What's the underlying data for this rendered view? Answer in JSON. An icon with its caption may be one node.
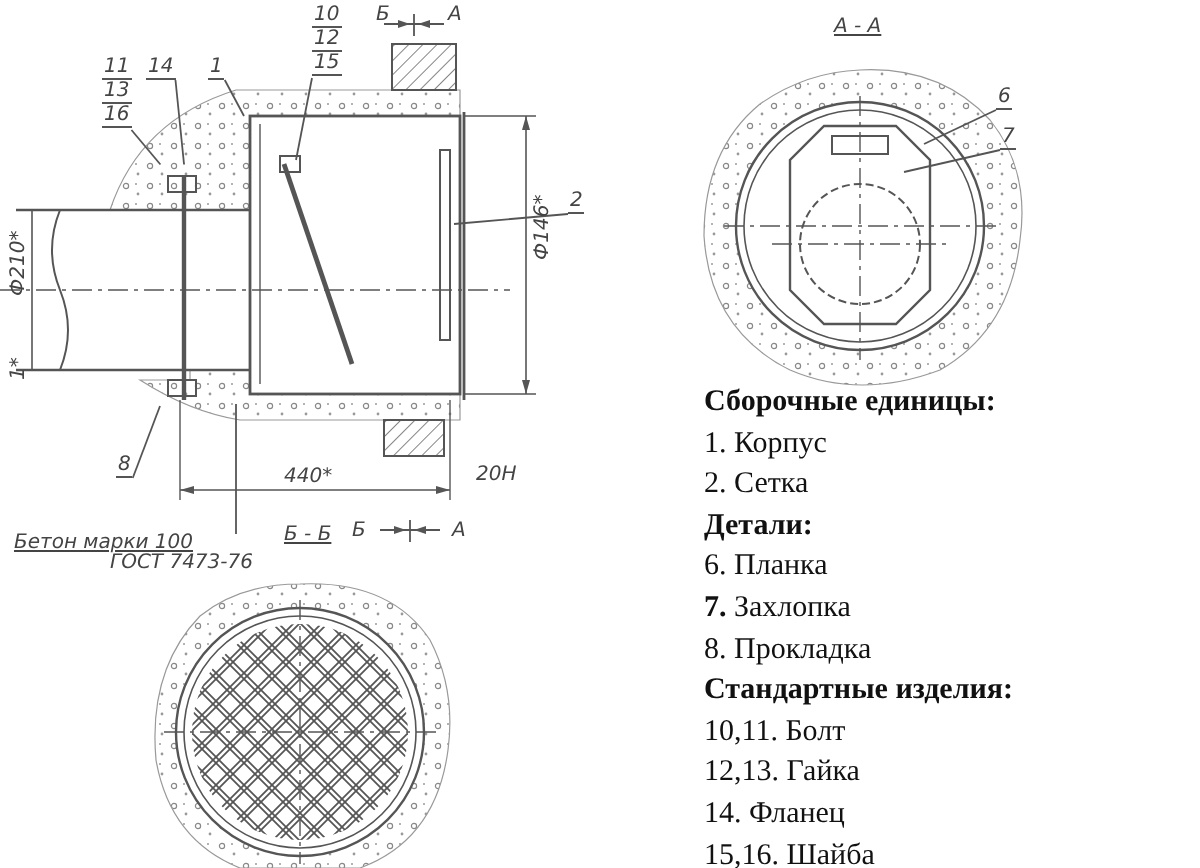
{
  "diagram": {
    "nodes": [
      {
        "text": [
          "10",
          "12",
          "15"
        ]
      },
      {
        "text": [
          "11",
          "13",
          "16"
        ]
      },
      {
        "text": [
          "14"
        ]
      },
      {
        "text": [
          "1"
        ]
      },
      {
        "text": [
          "2"
        ]
      },
      {
        "text": [
          "8"
        ]
      },
      {
        "text": [
          "Бетон марки 100",
          "ГОСТ 7473-76"
        ]
      },
      {
        "text": [
          "6"
        ]
      },
      {
        "text": [
          "7"
        ]
      }
    ],
    "edges": [
      {
        "from": 0,
        "to": null,
        "arrow": "none"
      },
      {
        "from": 1,
        "to": null,
        "arrow": "none"
      },
      {
        "from": 2,
        "to": null,
        "arrow": "none"
      },
      {
        "from": 3,
        "to": null,
        "arrow": "none"
      },
      {
        "from": 4,
        "to": null,
        "arrow": "none"
      },
      {
        "from": 5,
        "to": null,
        "arrow": "none"
      },
      {
        "from": 6,
        "to": null,
        "arrow": "none"
      },
      {
        "from": 7,
        "to": null,
        "arrow": "none"
      },
      {
        "from": 8,
        "to": null,
        "arrow": "none"
      }
    ],
    "labels": [
      "Б",
      "А",
      "А - А",
      "Ф210*",
      "Ф146*",
      "1*",
      "440*",
      "20Н",
      "Б - Б",
      "Б",
      "А",
      "Сборочные единицы:",
      "1. Корпус",
      "2. Сетка",
      "Детали:",
      "6. Планка",
      "**7.** Захлопка",
      "8. Прокладка",
      "Стандартные изделия:",
      "10,11. Болт",
      "12,13. Гайка",
      "14. Фланец",
      "15,16. Шайба"
    ]
  }
}
